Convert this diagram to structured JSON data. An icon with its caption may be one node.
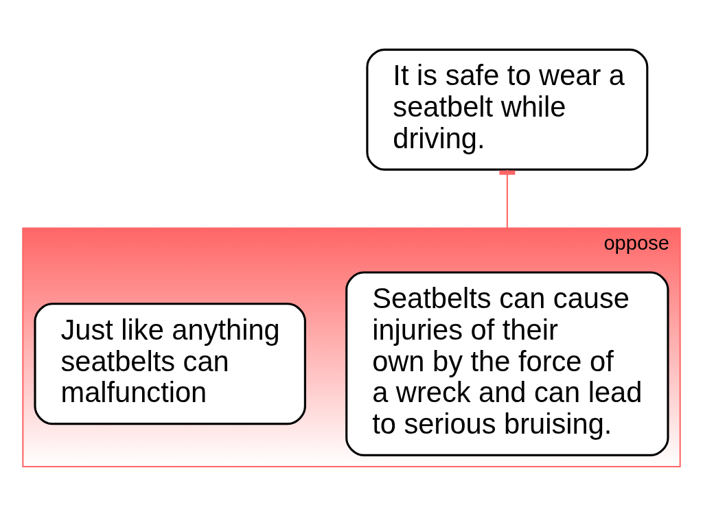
{
  "diagram": {
    "nodes": [
      {
        "text": [
          "It is safe to wear a seatbelt while driving."
        ]
      },
      {
        "text": [
          "oppose"
        ]
      },
      {
        "text": [
          "Seatbelts can cause injuries of their own by the force of a wreck and can lead to serious bruising."
        ],
        "in": 1
      },
      {
        "text": [
          "Just like anything seatbelts can malfunction"
        ],
        "in": 1
      }
    ],
    "edges": [
      {
        "from": 1,
        "to": 0,
        "arrow": "other",
        "color": "#ff6666"
      }
    ]
  }
}
